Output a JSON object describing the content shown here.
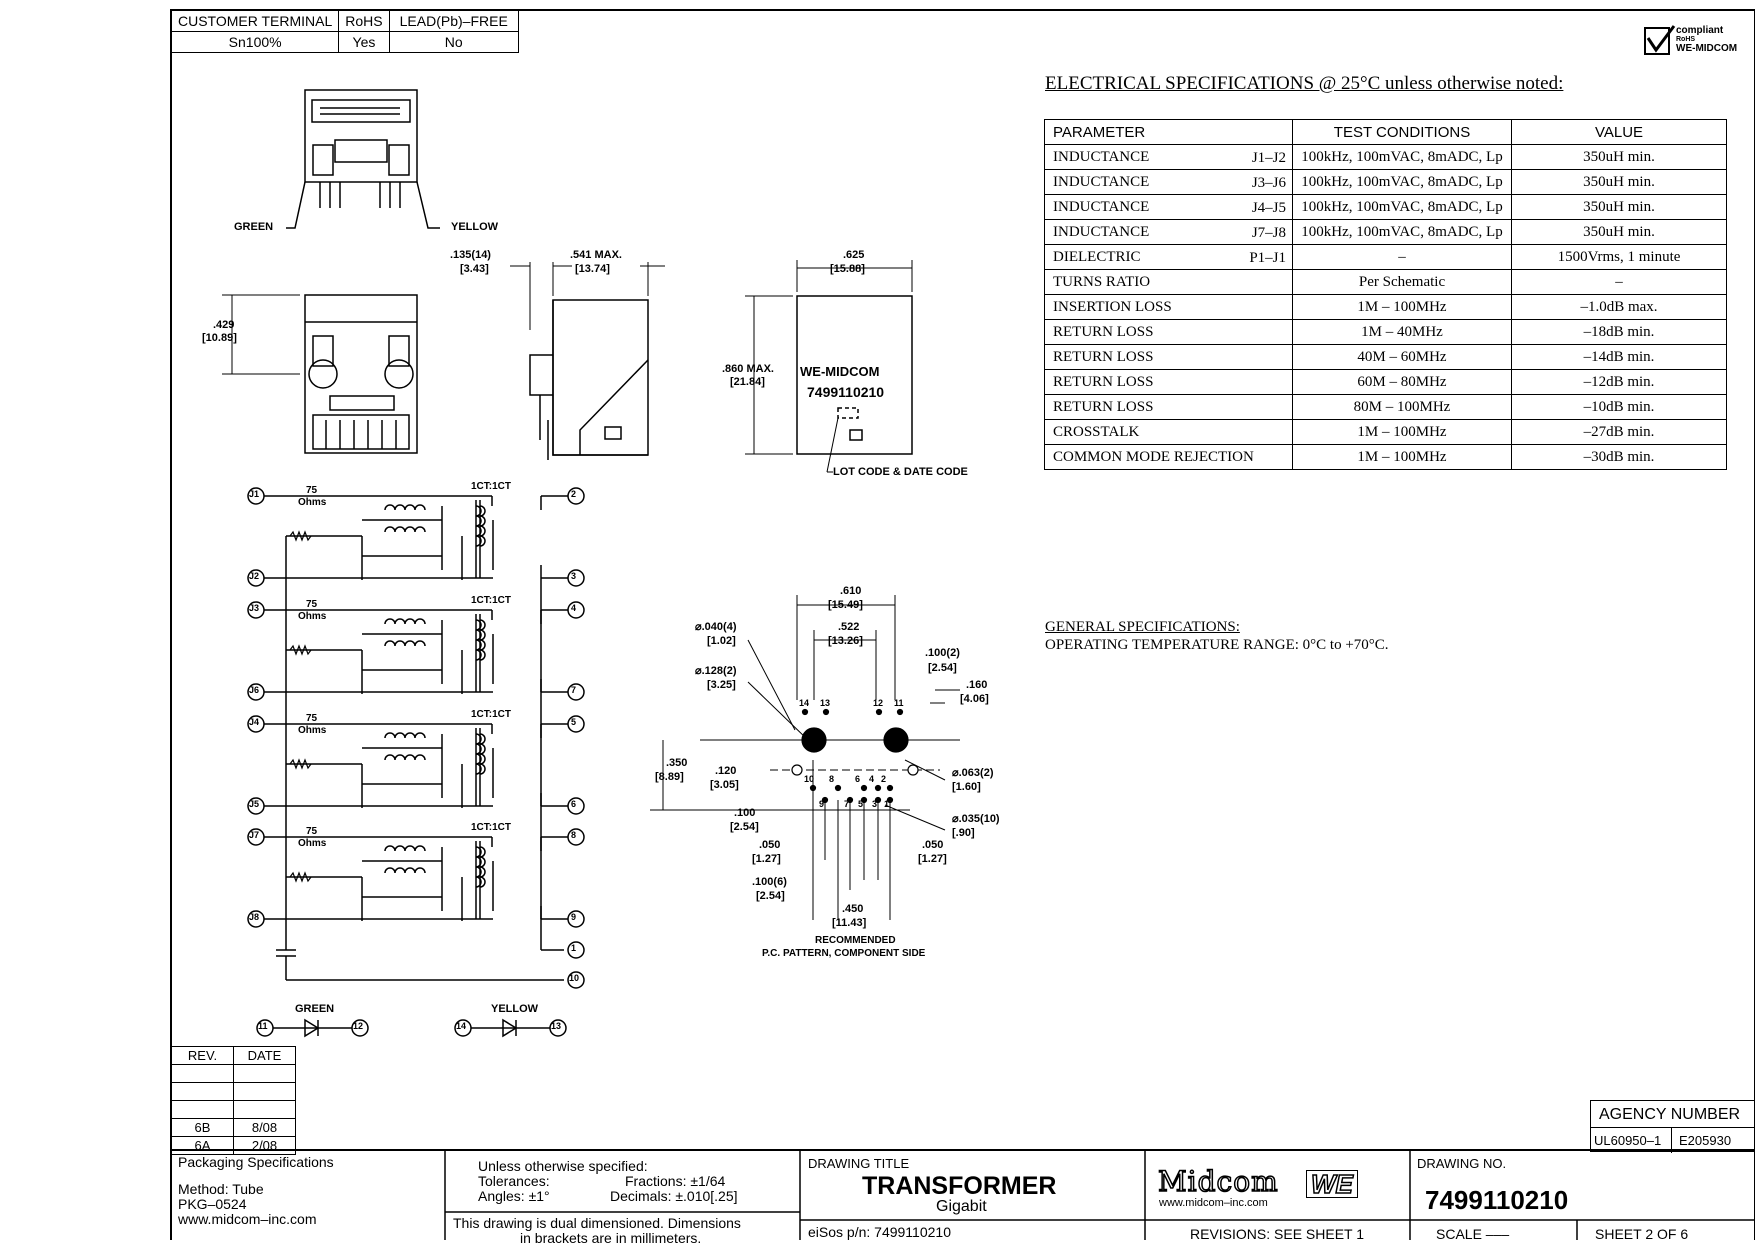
{
  "top_table": {
    "headers": [
      "CUSTOMER TERMINAL",
      "RoHS",
      "LEAD(Pb)–FREE"
    ],
    "values": [
      "Sn100%",
      "Yes",
      "No"
    ]
  },
  "compliance_logo": {
    "line1": "compliant",
    "line2": "RoHS",
    "line3": "WE-MIDCOM"
  },
  "front_view": {
    "green_label": "GREEN",
    "yellow_label": "YELLOW"
  },
  "dimensions": {
    "d429": ".429",
    "d429_mm": "[10.89]",
    "d135": ".135(14)",
    "d135_mm": "[3.43]",
    "d541": ".541 MAX.",
    "d541_mm": "[13.74]",
    "d625": ".625",
    "d625_mm": "[15.88]",
    "d860": ".860 MAX.",
    "d860_mm": "[21.84]"
  },
  "part_marking": {
    "brand": "WE-MIDCOM",
    "part": "7499110210",
    "lot_label": "LOT CODE & DATE CODE"
  },
  "schematic": {
    "ratio": "1CT:1CT",
    "resistor": "75",
    "resistor_unit": "Ohms",
    "left_pins": [
      "J1",
      "J2",
      "J3",
      "J6",
      "J4",
      "J5",
      "J7",
      "J8"
    ],
    "right_pins": [
      "2",
      "3",
      "4",
      "7",
      "5",
      "6",
      "8",
      "9",
      "1",
      "10"
    ],
    "led_green": "GREEN",
    "led_yellow": "YELLOW",
    "led_green_pins": [
      "11",
      "12"
    ],
    "led_yellow_pins": [
      "14",
      "13"
    ]
  },
  "pcb_pattern": {
    "d610": ".610",
    "d610_mm": "[15.49]",
    "d522": ".522",
    "d522_mm": "[13.26]",
    "d040": "⌀.040(4)",
    "d040_mm": "[1.02]",
    "d128": "⌀.128(2)",
    "d128_mm": "[3.25]",
    "d100_2": ".100(2)",
    "d100_2_mm": "[2.54]",
    "d160": ".160",
    "d160_mm": "[4.06]",
    "d350": ".350",
    "d350_mm": "[8.89]",
    "d120": ".120",
    "d120_mm": "[3.05]",
    "d063": "⌀.063(2)",
    "d063_mm": "[1.60]",
    "d100": ".100",
    "d100_mm": "[2.54]",
    "d035": "⌀.035(10)",
    "d035_mm": "[.90]",
    "d050a": ".050",
    "d050a_mm": "[1.27]",
    "d050b": ".050",
    "d050b_mm": "[1.27]",
    "d100_6": ".100(6)",
    "d100_6_mm": "[2.54]",
    "d450": ".450",
    "d450_mm": "[11.43]",
    "caption1": "RECOMMENDED",
    "caption2": "P.C. PATTERN, COMPONENT SIDE",
    "pins_top": [
      "14",
      "13",
      "12",
      "11"
    ],
    "pins_row1": [
      "10",
      "8",
      "6",
      "4",
      "2"
    ],
    "pins_row2": [
      "9",
      "7",
      "5",
      "3",
      "1"
    ]
  },
  "electrical": {
    "title": "ELECTRICAL SPECIFICATIONS @ 25°C unless otherwise noted:",
    "headers": [
      "PARAMETER",
      "TEST CONDITIONS",
      "VALUE"
    ],
    "rows": [
      {
        "param": "INDUCTANCE",
        "pins": "J1–J2",
        "cond": "100kHz, 100mVAC, 8mADC, Lp",
        "value": "350uH min."
      },
      {
        "param": "INDUCTANCE",
        "pins": "J3–J6",
        "cond": "100kHz, 100mVAC, 8mADC, Lp",
        "value": "350uH min."
      },
      {
        "param": "INDUCTANCE",
        "pins": "J4–J5",
        "cond": "100kHz, 100mVAC, 8mADC, Lp",
        "value": "350uH min."
      },
      {
        "param": "INDUCTANCE",
        "pins": "J7–J8",
        "cond": "100kHz, 100mVAC, 8mADC, Lp",
        "value": "350uH min."
      },
      {
        "param": "DIELECTRIC",
        "pins": "P1–J1",
        "cond": "–",
        "value": "1500Vrms, 1 minute"
      },
      {
        "param": "TURNS RATIO",
        "pins": "",
        "cond": "Per Schematic",
        "value": "–"
      },
      {
        "param": "INSERTION LOSS",
        "pins": "",
        "cond": "1M – 100MHz",
        "value": "–1.0dB max."
      },
      {
        "param": "RETURN LOSS",
        "pins": "",
        "cond": "1M – 40MHz",
        "value": "–18dB min."
      },
      {
        "param": "RETURN LOSS",
        "pins": "",
        "cond": "40M – 60MHz",
        "value": "–14dB min."
      },
      {
        "param": "RETURN LOSS",
        "pins": "",
        "cond": "60M – 80MHz",
        "value": "–12dB min."
      },
      {
        "param": "RETURN LOSS",
        "pins": "",
        "cond": "80M – 100MHz",
        "value": "–10dB min."
      },
      {
        "param": "CROSSTALK",
        "pins": "",
        "cond": "1M – 100MHz",
        "value": "–27dB min."
      },
      {
        "param": "COMMON MODE REJECTION",
        "pins": "",
        "cond": "1M – 100MHz",
        "value": "–30dB min."
      }
    ]
  },
  "general": {
    "title": "GENERAL SPECIFICATIONS:",
    "line": "OPERATING TEMPERATURE RANGE: 0°C to +70°C."
  },
  "revisions": {
    "headers": [
      "REV.",
      "DATE"
    ],
    "rows": [
      [
        "",
        ""
      ],
      [
        "",
        ""
      ],
      [
        "",
        ""
      ],
      [
        "6B",
        "8/08"
      ],
      [
        "6A",
        "2/08"
      ]
    ]
  },
  "agency": {
    "title": "AGENCY NUMBER",
    "ul": "UL60950–1",
    "number": "E205930"
  },
  "title_block": {
    "packaging_title": "Packaging Specifications",
    "method": "Method:  Tube",
    "pkg": "PKG–0524",
    "website": "www.midcom–inc.com",
    "unless": "Unless otherwise specified:",
    "tolerances": "Tolerances:",
    "fractions": "Fractions: ±1/64",
    "angles": "Angles: ±1°",
    "decimals": "Decimals: ±.010[.25]",
    "dual1": "This drawing is dual dimensioned.  Dimensions",
    "dual2": "in brackets are in millimeters.",
    "drawing_title_label": "DRAWING TITLE",
    "drawing_title": "TRANSFORMER",
    "drawing_subtitle": "Gigabit",
    "eisos": "eiSos p/n:  7499110210",
    "logo_text": "Midcom",
    "logo_we": "WE",
    "logo_url": "www.midcom–inc.com",
    "revisions_note": "REVISIONS: SEE SHEET 1",
    "drawing_no_label": "DRAWING NO.",
    "drawing_no": "7499110210",
    "scale": "SCALE  –––",
    "sheet": "SHEET  2  OF  6"
  },
  "colors": {
    "ink": "#000000",
    "paper": "#ffffff"
  }
}
